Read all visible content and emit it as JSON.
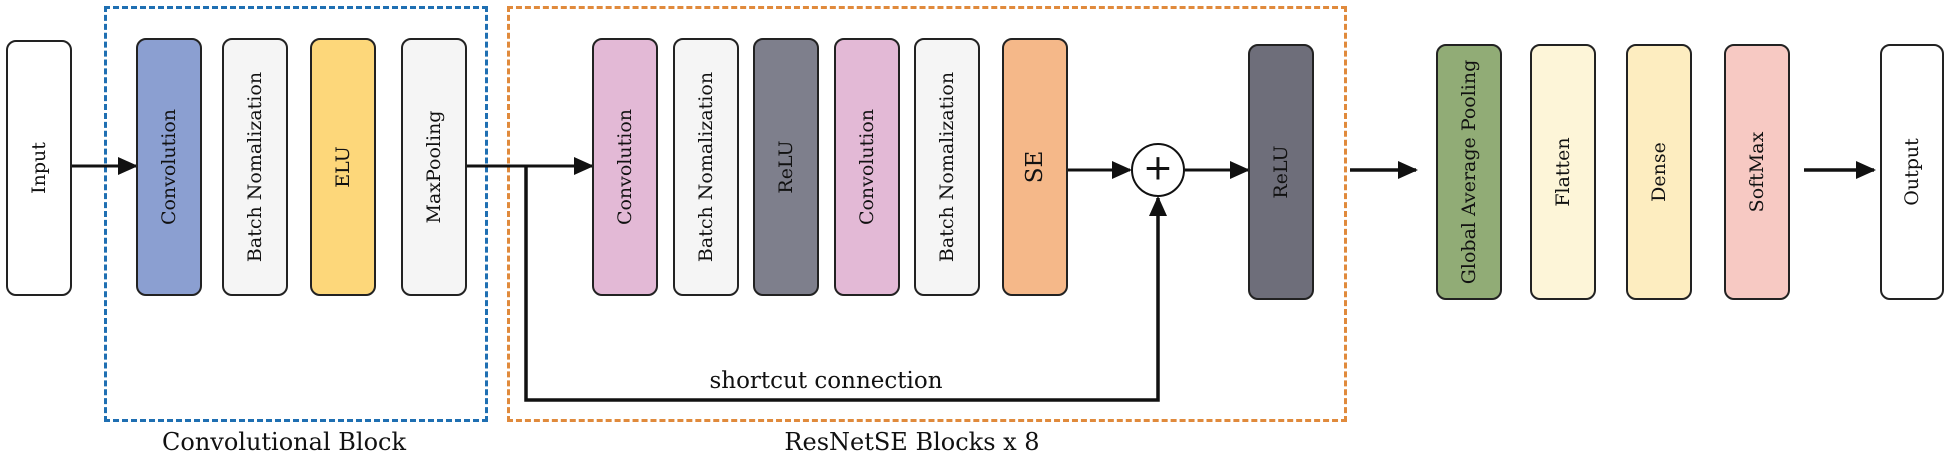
{
  "diagram": {
    "groups": [
      {
        "id": "conv-block",
        "label": "Convolutional Block",
        "border_color": "#1f6fb2"
      },
      {
        "id": "resnet-block",
        "label": "ResNetSE Blocks x 8",
        "border_color": "#e08a3c"
      }
    ],
    "nodes": [
      {
        "id": "input",
        "label": "Input",
        "fill": "#ffffff"
      },
      {
        "id": "conv1",
        "label": "Convolution",
        "fill": "#8b9fd1"
      },
      {
        "id": "bn1",
        "label": "Batch Nomalization",
        "fill": "#f5f5f5"
      },
      {
        "id": "elu",
        "label": "ELU",
        "fill": "#fdd77a"
      },
      {
        "id": "maxpool",
        "label": "MaxPooling",
        "fill": "#f5f5f5"
      },
      {
        "id": "conv2",
        "label": "Convolution",
        "fill": "#e3b9d6"
      },
      {
        "id": "bn2",
        "label": "Batch Nomalization",
        "fill": "#f5f5f5"
      },
      {
        "id": "relu1",
        "label": "ReLU",
        "fill": "#7e7f8c"
      },
      {
        "id": "conv3",
        "label": "Convolution",
        "fill": "#e3b9d6"
      },
      {
        "id": "bn3",
        "label": "Batch Nomalization",
        "fill": "#f5f5f5"
      },
      {
        "id": "se",
        "label": "SE",
        "fill": "#f5b889"
      },
      {
        "id": "relu2",
        "label": "ReLU",
        "fill": "#6e6e7a"
      },
      {
        "id": "gap",
        "label": "Global Average Pooling",
        "fill": "#91ac76"
      },
      {
        "id": "flatten",
        "label": "Flatten",
        "fill": "#fdf5d8"
      },
      {
        "id": "dense",
        "label": "Dense",
        "fill": "#fdedc0"
      },
      {
        "id": "softmax",
        "label": "SoftMax",
        "fill": "#f7c9c3"
      },
      {
        "id": "output",
        "label": "Output",
        "fill": "#ffffff"
      }
    ],
    "sum_symbol": "+",
    "shortcut_label": "shortcut connection"
  }
}
